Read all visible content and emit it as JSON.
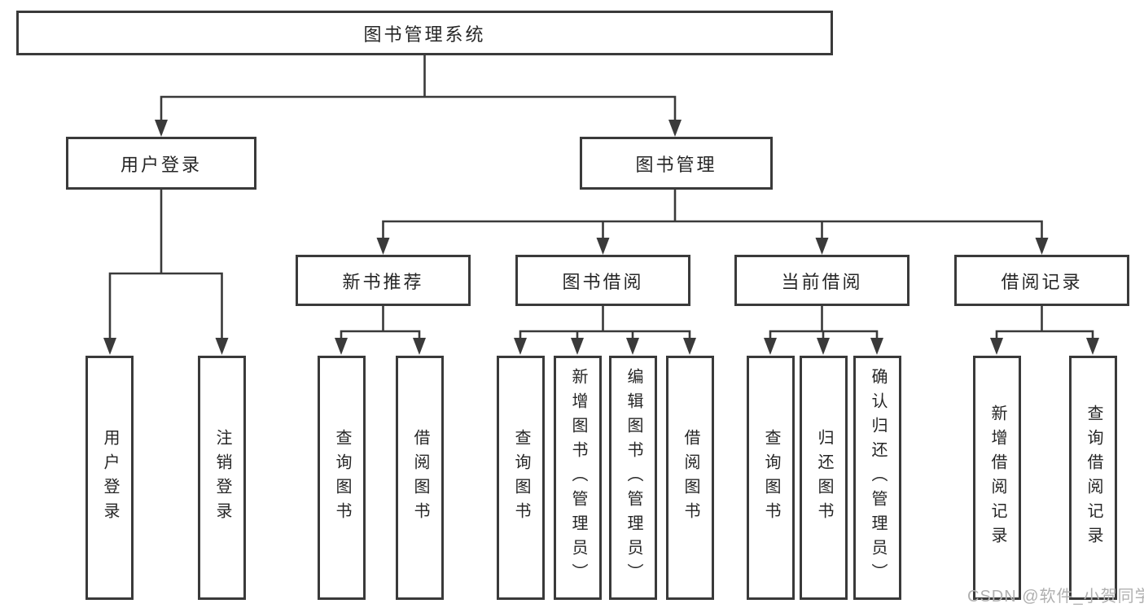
{
  "nodes": {
    "root": "图书管理系统",
    "user_login": "用户登录",
    "book_mgmt": "图书管理",
    "new_book_rec": "新书推荐",
    "book_borrow": "图书借阅",
    "current_borrow": "当前借阅",
    "borrow_record": "借阅记录",
    "ul_login": "用户登录",
    "ul_logout": "注销登录",
    "nbr_query": "查询图书",
    "nbr_borrow": "借阅图书",
    "bb_query": "查询图书",
    "bb_add": "新增图书（管理员）",
    "bb_edit": "编辑图书（管理员）",
    "bb_borrow": "借阅图书",
    "cb_query": "查询图书",
    "cb_return": "归还图书",
    "cb_confirm": "确认归还（管理员）",
    "br_add": "新增借阅记录",
    "br_query": "查询借阅记录"
  },
  "edges": [
    {
      "from": "root",
      "to": "user_login"
    },
    {
      "from": "root",
      "to": "book_mgmt"
    },
    {
      "from": "user_login",
      "to": "ul_login"
    },
    {
      "from": "user_login",
      "to": "ul_logout"
    },
    {
      "from": "book_mgmt",
      "to": "new_book_rec"
    },
    {
      "from": "book_mgmt",
      "to": "book_borrow"
    },
    {
      "from": "book_mgmt",
      "to": "current_borrow"
    },
    {
      "from": "book_mgmt",
      "to": "borrow_record"
    },
    {
      "from": "new_book_rec",
      "to": "nbr_query"
    },
    {
      "from": "new_book_rec",
      "to": "nbr_borrow"
    },
    {
      "from": "book_borrow",
      "to": "bb_query"
    },
    {
      "from": "book_borrow",
      "to": "bb_add"
    },
    {
      "from": "book_borrow",
      "to": "bb_edit"
    },
    {
      "from": "book_borrow",
      "to": "bb_borrow"
    },
    {
      "from": "current_borrow",
      "to": "cb_query"
    },
    {
      "from": "current_borrow",
      "to": "cb_return"
    },
    {
      "from": "current_borrow",
      "to": "cb_confirm"
    },
    {
      "from": "borrow_record",
      "to": "br_add"
    },
    {
      "from": "borrow_record",
      "to": "br_query"
    }
  ],
  "watermark": "CSDN @软件_小贺同学",
  "colors": {
    "line": "#3a3a3a",
    "text": "#262626",
    "box_background": "#ffffff",
    "watermark_text": "#b0b0b0"
  }
}
